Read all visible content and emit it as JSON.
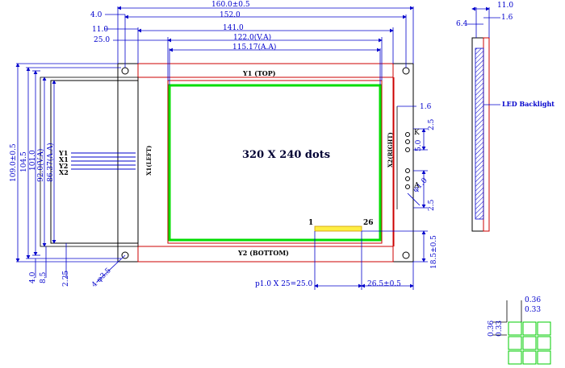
{
  "dimensions_top": {
    "d160": "160.0±0.5",
    "d152": "152.0",
    "d141": "141.0",
    "d122": "122.0(V.A)",
    "d11517": "115.17(A.A)",
    "left4": "4.0",
    "left11": "11.0",
    "left25": "25.0"
  },
  "dimensions_left": {
    "d1090": "109.0±0.5",
    "d1045": "104.5",
    "d1010": "101.0",
    "d920": "92.0(V.A)",
    "d8637": "86.37(A.A)"
  },
  "dimensions_bottom": {
    "b40": "4.0",
    "b85": "8.5",
    "b225": "2.25",
    "hole": "4-φ3.5",
    "pitch": "p1.0 X 25=25.0",
    "d265": "26.5±0.5"
  },
  "dimensions_right": {
    "r16": "1.6",
    "r25a": "2.5",
    "r50": "5.0",
    "r10": "φ1.0",
    "r25b": "2.5",
    "r185": "18.5±0.5",
    "k": "K",
    "a": "A"
  },
  "panel_labels": {
    "top": "Y1 (TOP)",
    "bottom": "Y2 (BOTTOM)",
    "left": "X1(LEFT)",
    "right": "X2(RIGHT)",
    "center": "320 X 240 dots",
    "pin1": "1",
    "pin26": "26",
    "y1": "Y1",
    "x1": "X1",
    "y2": "Y2",
    "x2": "X2"
  },
  "side_view": {
    "d110": "11.0",
    "d16": "1.6",
    "d64": "6.4",
    "backlight": "LED Backlight"
  },
  "dot_detail": {
    "h036": "0.36",
    "h033": "0.33",
    "v036": "0.36",
    "v033": "0.33"
  }
}
